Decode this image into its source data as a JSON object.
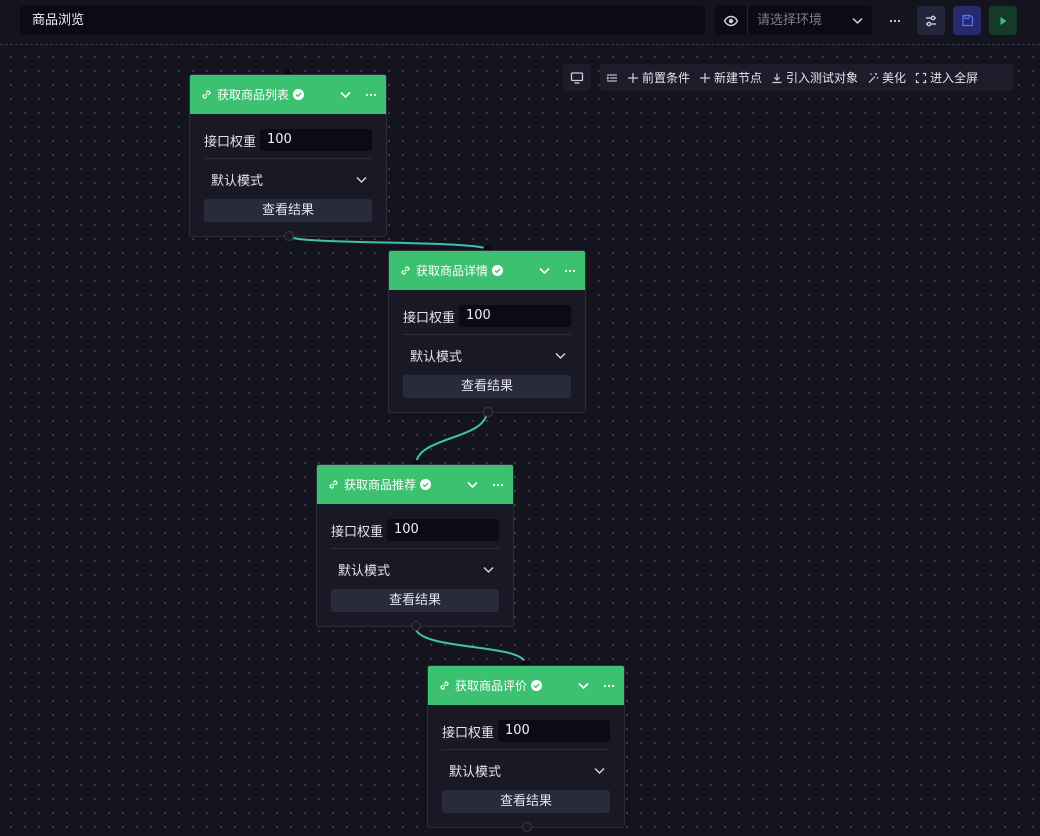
{
  "header": {
    "title": "商品浏览",
    "environment_placeholder": "请选择环境"
  },
  "toolbar": {
    "items": [
      {
        "label": "前置条件",
        "icon": "plus-icon"
      },
      {
        "label": "新建节点",
        "icon": "plus-icon"
      },
      {
        "label": "引入测试对象",
        "icon": "download-icon"
      },
      {
        "label": "美化",
        "icon": "magic-wand-icon"
      },
      {
        "label": "进入全屏",
        "icon": "fullscreen-icon"
      }
    ]
  },
  "nodes": [
    {
      "name": "获取商品列表",
      "weight_label": "接口权重",
      "weight_value": "100",
      "mode": "默认模式",
      "result_label": "查看结果"
    },
    {
      "name": "获取商品详情",
      "weight_label": "接口权重",
      "weight_value": "100",
      "mode": "默认模式",
      "result_label": "查看结果"
    },
    {
      "name": "获取商品推荐",
      "weight_label": "接口权重",
      "weight_value": "100",
      "mode": "默认模式",
      "result_label": "查看结果"
    },
    {
      "name": "获取商品评价",
      "weight_label": "接口权重",
      "weight_value": "100",
      "mode": "默认模式",
      "result_label": "查看结果"
    }
  ],
  "colors": {
    "node_header": "#3bc16f",
    "wire": "#3fc3a8",
    "background": "#14141f",
    "save_button": "#262a6a",
    "run_button": "#143a2a"
  }
}
